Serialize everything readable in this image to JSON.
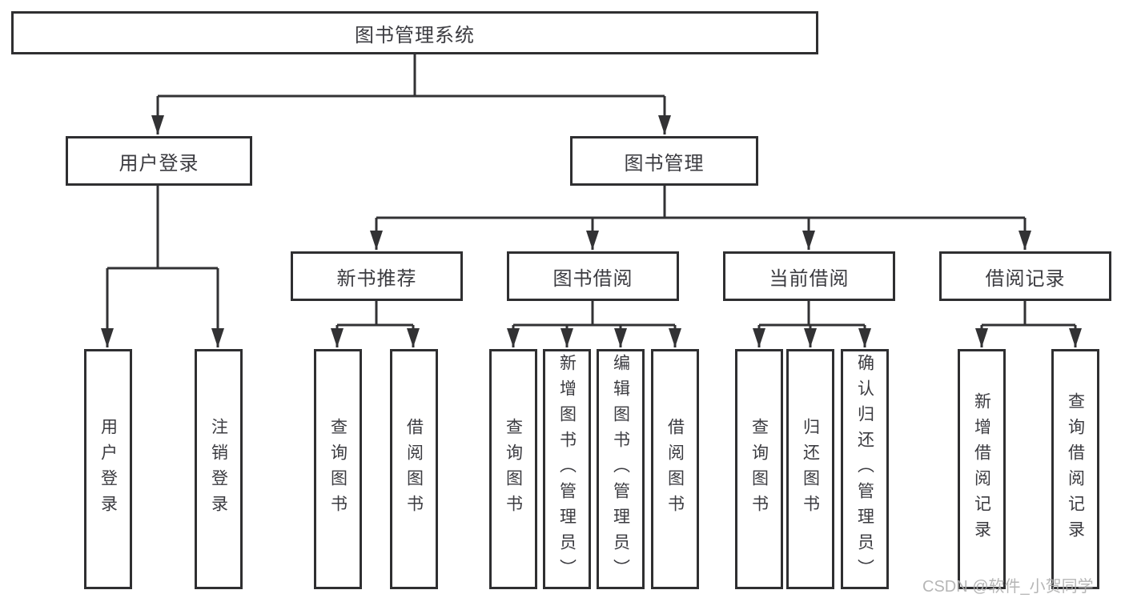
{
  "watermark": {
    "text": "CSDN @软件_小贺同学"
  },
  "colors": {
    "line": "#323234",
    "box_border": "#2f2f31",
    "text": "#3b3b40",
    "background": "#ffffff",
    "watermark": "#afafaf"
  },
  "tree": {
    "root": {
      "label": "图书管理系统"
    },
    "branches": [
      {
        "label": "用户登录",
        "children": [
          "用户登录",
          "注销登录"
        ]
      },
      {
        "label": "图书管理",
        "groups": [
          {
            "label": "新书推荐",
            "children": [
              "查询图书",
              "借阅图书"
            ]
          },
          {
            "label": "图书借阅",
            "children": [
              "查询图书",
              "新增图书（管理员）",
              "编辑图书（管理员）",
              "借阅图书"
            ]
          },
          {
            "label": "当前借阅",
            "children": [
              "查询图书",
              "归还图书",
              "确认归还（管理员）"
            ]
          },
          {
            "label": "借阅记录",
            "children": [
              "新增借阅记录",
              "查询借阅记录"
            ]
          }
        ]
      }
    ]
  }
}
